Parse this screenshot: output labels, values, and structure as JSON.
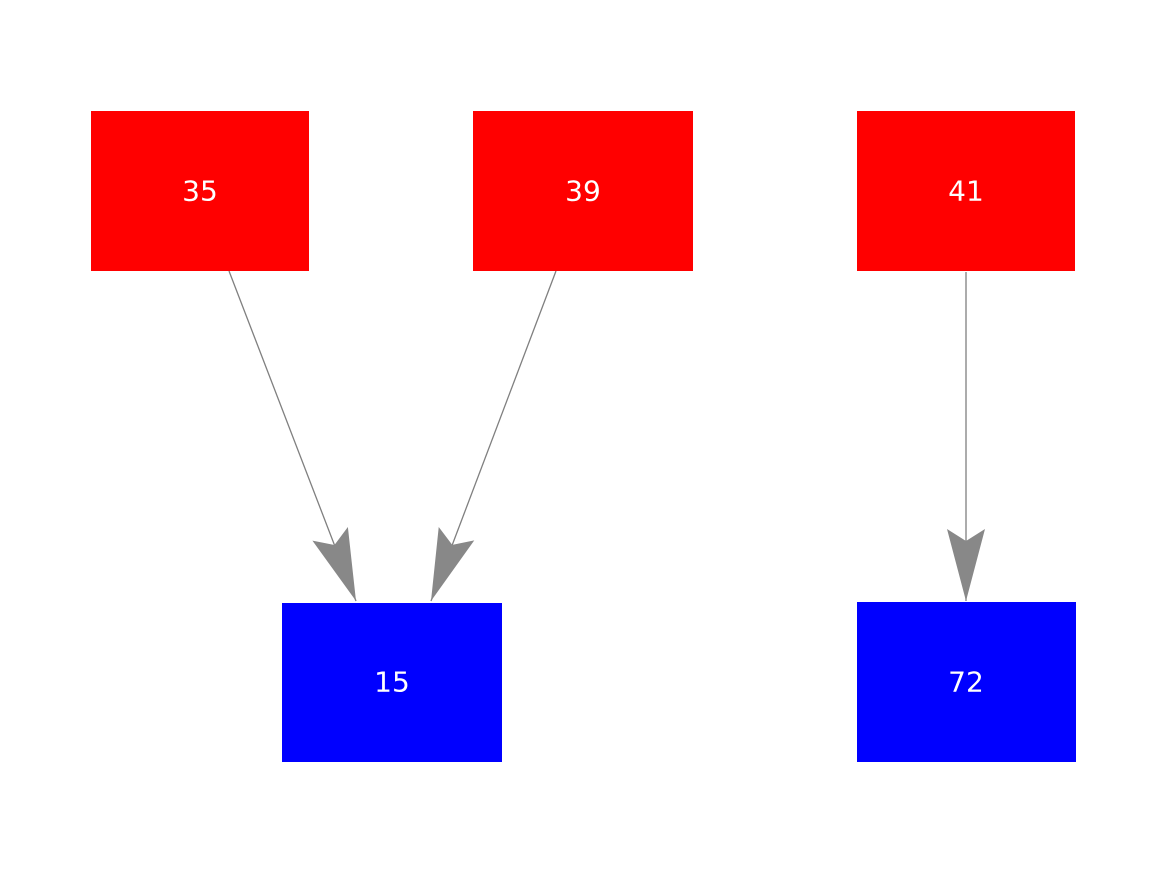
{
  "diagram": {
    "type": "directed-graph",
    "background_color": "#ffffff",
    "edge_color": "#7f7f7f",
    "arrowhead_color": "#888888",
    "node_text_color": "#ffffff",
    "node_colors": {
      "source": "#ff0000",
      "target": "#0000ff"
    },
    "nodes": [
      {
        "id": "35",
        "label": "35",
        "color": "#ff0000",
        "role": "source"
      },
      {
        "id": "39",
        "label": "39",
        "color": "#ff0000",
        "role": "source"
      },
      {
        "id": "41",
        "label": "41",
        "color": "#ff0000",
        "role": "source"
      },
      {
        "id": "15",
        "label": "15",
        "color": "#0000ff",
        "role": "target"
      },
      {
        "id": "72",
        "label": "72",
        "color": "#0000ff",
        "role": "target"
      }
    ],
    "edges": [
      {
        "from": "35",
        "to": "15"
      },
      {
        "from": "39",
        "to": "15"
      },
      {
        "from": "41",
        "to": "72"
      }
    ]
  }
}
